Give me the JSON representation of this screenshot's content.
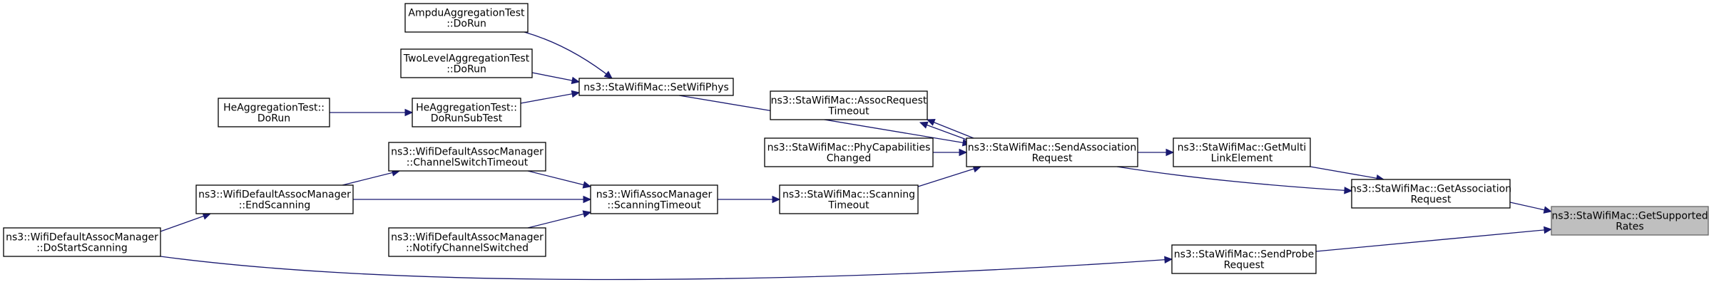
{
  "graph": {
    "nodes": {
      "get_supported_rates": [
        "ns3::StaWifiMac::GetSupported",
        "Rates"
      ],
      "get_association_request": [
        "ns3::StaWifiMac::GetAssociation",
        "Request"
      ],
      "send_probe_request": [
        "ns3::StaWifiMac::SendProbe",
        "Request"
      ],
      "get_multi_link_element": [
        "ns3::StaWifiMac::GetMulti",
        "LinkElement"
      ],
      "send_association_request": [
        "ns3::StaWifiMac::SendAssociation",
        "Request"
      ],
      "assoc_request_timeout": [
        "ns3::StaWifiMac::AssocRequest",
        "Timeout"
      ],
      "phy_capabilities_changed": [
        "ns3::StaWifiMac::PhyCapabilities",
        "Changed"
      ],
      "scanning_timeout_sta": [
        "ns3::StaWifiMac::Scanning",
        "Timeout"
      ],
      "set_wifi_phys": [
        "ns3::StaWifiMac::SetWifiPhys"
      ],
      "ampdu_aggregation_test": [
        "AmpduAggregationTest",
        "::DoRun"
      ],
      "two_level_aggregation_test": [
        "TwoLevelAggregationTest",
        "::DoRun"
      ],
      "he_aggregation_do_run_sub_test": [
        "HeAggregationTest::",
        "DoRunSubTest"
      ],
      "he_aggregation_do_run": [
        "HeAggregationTest::",
        "DoRun"
      ],
      "wifi_assoc_manager_scanning_timeout": [
        "ns3::WifiAssocManager",
        "::ScanningTimeout"
      ],
      "channel_switch_timeout": [
        "ns3::WifiDefaultAssocManager",
        "::ChannelSwitchTimeout"
      ],
      "notify_channel_switched": [
        "ns3::WifiDefaultAssocManager",
        "::NotifyChannelSwitched"
      ],
      "end_scanning": [
        "ns3::WifiDefaultAssocManager",
        "::EndScanning"
      ],
      "do_start_scanning": [
        "ns3::WifiDefaultAssocManager",
        "::DoStartScanning"
      ]
    },
    "current_node": "get_supported_rates",
    "edges": [
      [
        "get_association_request",
        "get_supported_rates"
      ],
      [
        "send_probe_request",
        "get_supported_rates"
      ],
      [
        "get_multi_link_element",
        "get_association_request"
      ],
      [
        "send_association_request",
        "get_association_request"
      ],
      [
        "send_association_request",
        "get_multi_link_element"
      ],
      [
        "send_association_request",
        "assoc_request_timeout"
      ],
      [
        "assoc_request_timeout",
        "send_association_request"
      ],
      [
        "phy_capabilities_changed",
        "send_association_request"
      ],
      [
        "scanning_timeout_sta",
        "send_association_request"
      ],
      [
        "set_wifi_phys",
        "send_association_request"
      ],
      [
        "ampdu_aggregation_test",
        "set_wifi_phys"
      ],
      [
        "two_level_aggregation_test",
        "set_wifi_phys"
      ],
      [
        "he_aggregation_do_run_sub_test",
        "set_wifi_phys"
      ],
      [
        "he_aggregation_do_run",
        "he_aggregation_do_run_sub_test"
      ],
      [
        "wifi_assoc_manager_scanning_timeout",
        "scanning_timeout_sta"
      ],
      [
        "channel_switch_timeout",
        "wifi_assoc_manager_scanning_timeout"
      ],
      [
        "notify_channel_switched",
        "wifi_assoc_manager_scanning_timeout"
      ],
      [
        "end_scanning",
        "wifi_assoc_manager_scanning_timeout"
      ],
      [
        "end_scanning",
        "channel_switch_timeout"
      ],
      [
        "do_start_scanning",
        "end_scanning"
      ],
      [
        "do_start_scanning",
        "send_probe_request"
      ]
    ],
    "colors": {
      "edge": "#191970",
      "node_border": "#000000",
      "current_fill": "#bfbfbf",
      "current_border": "#666666"
    }
  }
}
